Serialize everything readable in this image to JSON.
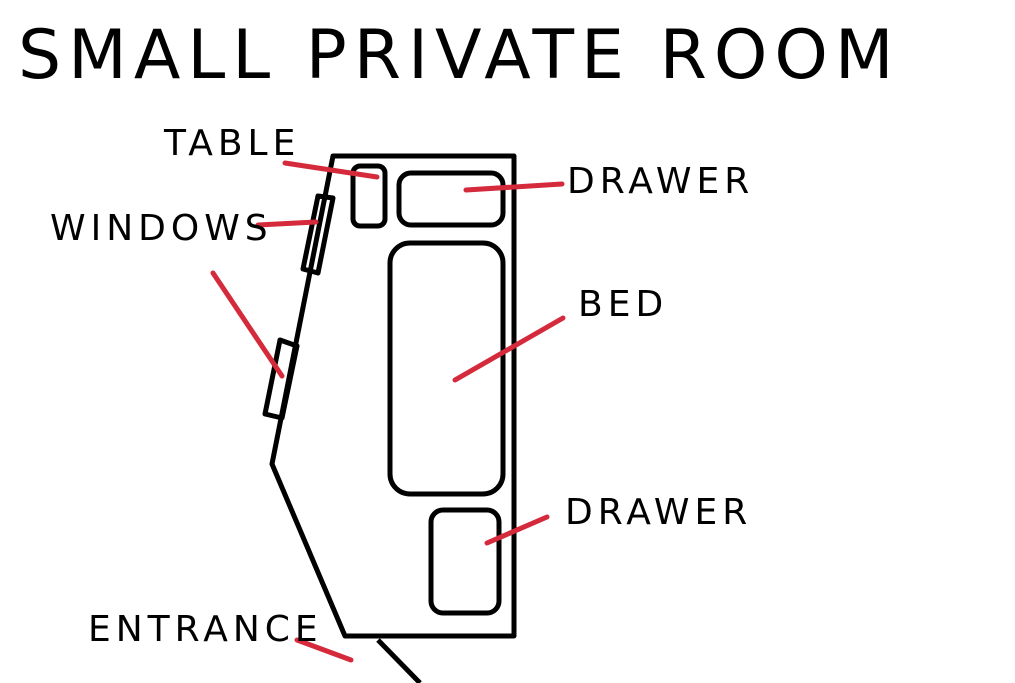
{
  "title": "SMALL PRIVATE ROOM",
  "labels": {
    "table": "TABLE",
    "windows": "WINDOWS",
    "drawer_top": "DRAWER",
    "bed": "BED",
    "drawer_bottom": "DRAWER",
    "entrance": "ENTRANCE"
  },
  "colors": {
    "outline": "#000000",
    "leader": "#d42a3c",
    "text": "#000000",
    "background": "#ffffff"
  }
}
